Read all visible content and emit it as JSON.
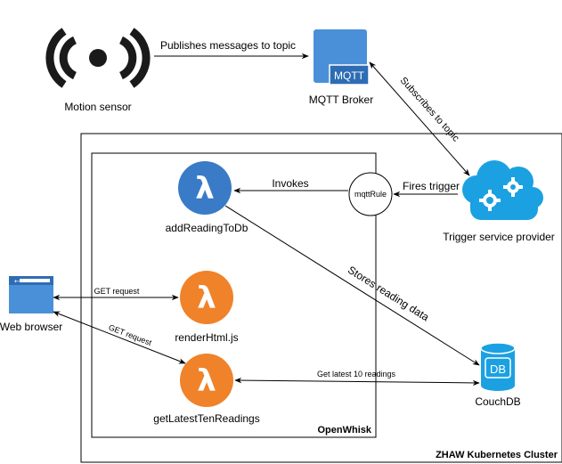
{
  "colors": {
    "lambda_blue": "#3A7BC8",
    "lambda_orange": "#F0822A",
    "mqtt_blue": "#4A90D9",
    "cloud_blue": "#1BA1E2",
    "db_blue": "#1BA1E2",
    "browser_blue": "#4A90D9"
  },
  "containers": {
    "cluster": "ZHAW Kubernetes Cluster",
    "openwhisk": "OpenWhisk"
  },
  "nodes": {
    "motion_sensor": {
      "label": "Motion sensor",
      "icon": "broadcast-icon"
    },
    "mqtt_broker": {
      "label": "MQTT Broker",
      "badge": "MQTT",
      "icon": "mqtt-broker-icon"
    },
    "trigger_provider": {
      "label": "Trigger service provider",
      "icon": "cloud-gears-icon"
    },
    "mqtt_rule": {
      "label": "mqttRule"
    },
    "add_reading": {
      "label": "addReadingToDb",
      "glyph": "λ",
      "icon": "lambda-icon"
    },
    "render_html": {
      "label": "renderHtml.js",
      "glyph": "λ",
      "icon": "lambda-icon"
    },
    "get_latest": {
      "label": "getLatestTenReadings",
      "glyph": "λ",
      "icon": "lambda-icon"
    },
    "web_browser": {
      "label": "Web browser",
      "icon": "browser-window-icon"
    },
    "couchdb": {
      "label": "CouchDB",
      "badge": "DB",
      "icon": "database-icon"
    }
  },
  "edges": {
    "publishes": "Publishes messages to topic",
    "subscribes": "Subscribes to topic",
    "fires": "Fires trigger",
    "invokes": "Invokes",
    "stores": "Stores reading data",
    "get_request_1": "GET request",
    "get_request_2": "GET request",
    "get_latest": "Get latest 10 readings"
  }
}
